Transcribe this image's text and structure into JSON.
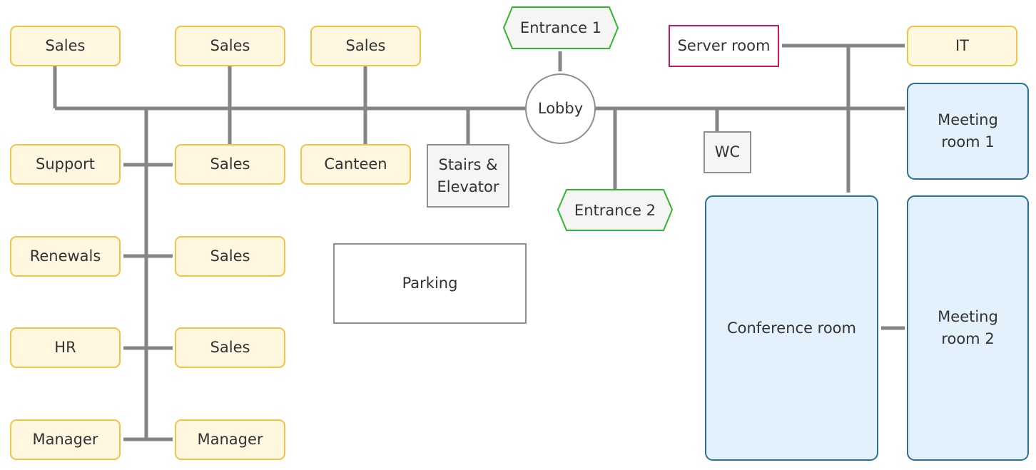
{
  "rooms": {
    "sales_top_1": "Sales",
    "sales_top_2": "Sales",
    "sales_top_3": "Sales",
    "support": "Support",
    "sales_mid_1": "Sales",
    "canteen": "Canteen",
    "stairs_line1": "Stairs &",
    "stairs_line2": "Elevator",
    "renewals": "Renewals",
    "sales_mid_2": "Sales",
    "hr": "HR",
    "sales_mid_3": "Sales",
    "manager_left": "Manager",
    "manager_right": "Manager",
    "parking": "Parking",
    "lobby": "Lobby",
    "entrance_1": "Entrance 1",
    "entrance_2": "Entrance 2",
    "server_room": "Server room",
    "it": "IT",
    "wc": "WC",
    "meeting_room_1_line1": "Meeting",
    "meeting_room_1_line2": "room 1",
    "conference_room": "Conference room",
    "meeting_room_2_line1": "Meeting",
    "meeting_room_2_line2": "room 2"
  },
  "colors": {
    "connector": "#858585",
    "department_fill": "#fff7e0",
    "department_border": "#f2c443",
    "entrance_border": "#2eb82e",
    "server_border": "#c9195c",
    "meeting_fill": "#e3f1fc",
    "meeting_border": "#2d6e93"
  }
}
